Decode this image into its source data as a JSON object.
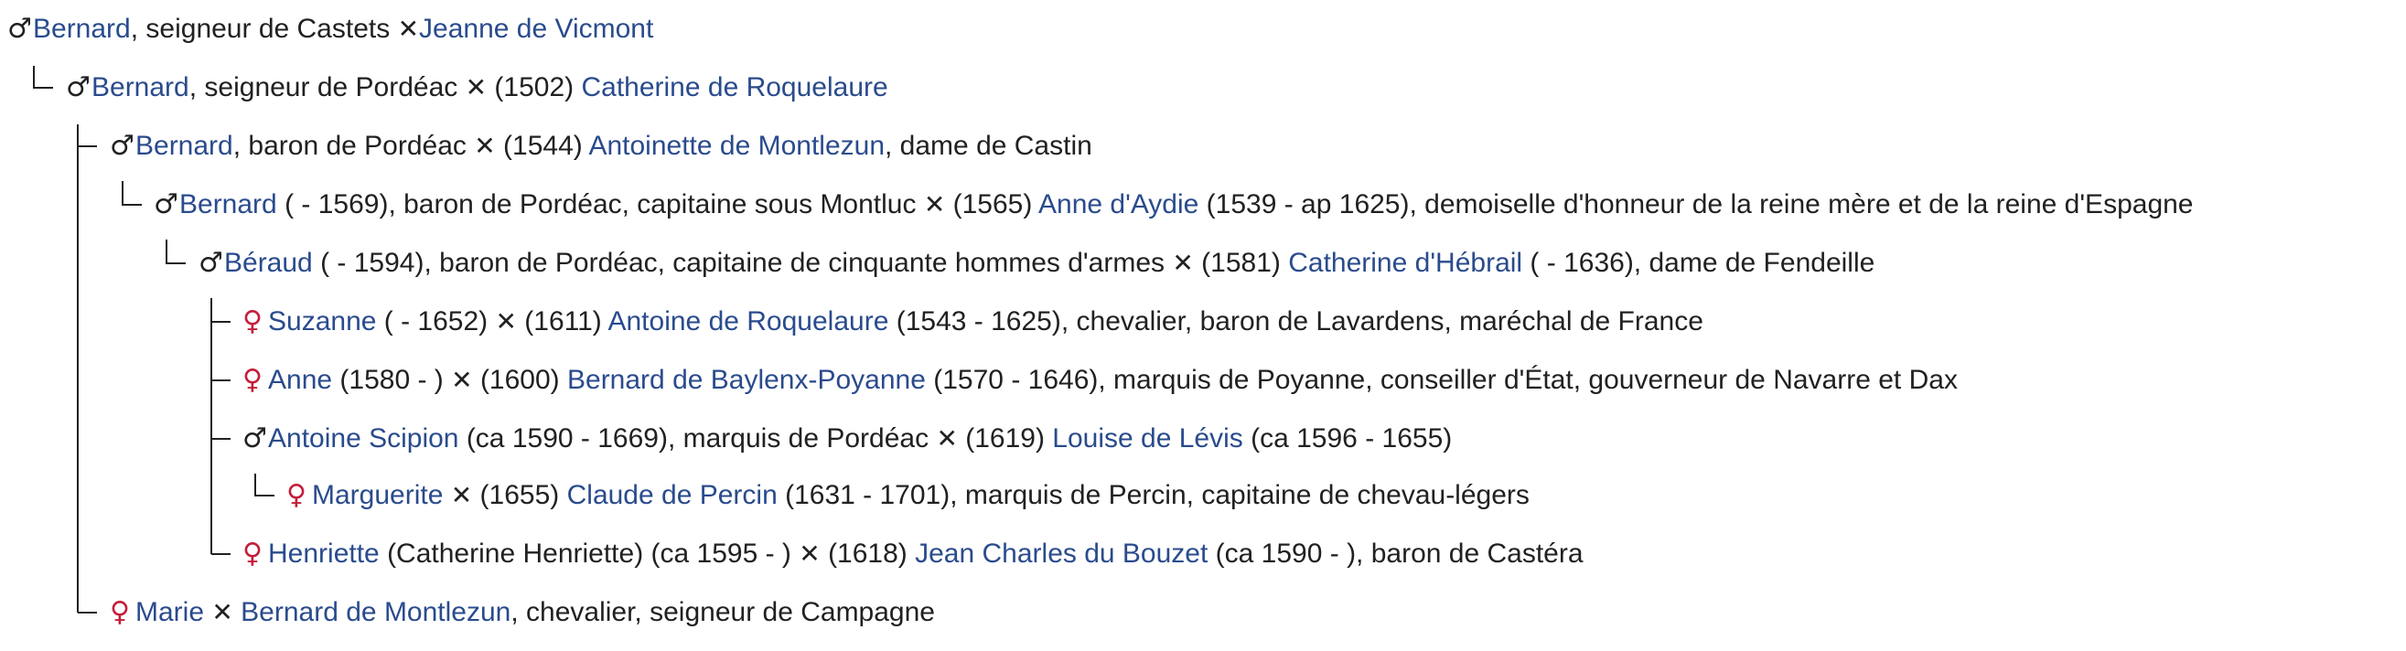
{
  "symbols": {
    "male": "♂",
    "female": "♀",
    "marriage": "✕"
  },
  "colors": {
    "link": "#2a4b8d",
    "text": "#202122",
    "female_symbol": "#c41e3a",
    "tree_line": "#202122"
  },
  "rows": [
    {
      "sex": "male",
      "name": "Bernard",
      "details": ", seigneur de Castets ",
      "marriage": "",
      "spouse": "Jeanne de Vicmont",
      "spouse_details": ""
    },
    {
      "sex": "male",
      "name": "Bernard",
      "details": ", seigneur de Pordéac ",
      "marriage": " (1502) ",
      "spouse": "Catherine de Roquelaure",
      "spouse_details": ""
    },
    {
      "sex": "male",
      "name": "Bernard",
      "details": ", baron de Pordéac ",
      "marriage": " (1544) ",
      "spouse": "Antoinette de Montlezun",
      "spouse_details": ", dame de Castin"
    },
    {
      "sex": "male",
      "name": "Bernard",
      "details": " ( - 1569), baron de Pordéac, capitaine sous Montluc ",
      "marriage": " (1565) ",
      "spouse": "Anne d'Aydie",
      "spouse_details": " (1539 - ap 1625), demoiselle d'honneur de la reine mère et de la reine d'Espagne"
    },
    {
      "sex": "male",
      "name": "Béraud",
      "details": " ( - 1594), baron de Pordéac, capitaine de cinquante hommes d'armes ",
      "marriage": " (1581) ",
      "spouse": "Catherine d'Hébrail",
      "spouse_details": " ( - 1636), dame de Fendeille"
    },
    {
      "sex": "female",
      "name": "Suzanne",
      "details": " ( - 1652) ",
      "marriage": " (1611) ",
      "spouse": "Antoine de Roquelaure",
      "spouse_details": " (1543 - 1625), chevalier, baron de Lavardens, maréchal de France"
    },
    {
      "sex": "female",
      "name": "Anne",
      "details": " (1580 - ) ",
      "marriage": " (1600) ",
      "spouse": "Bernard de Baylenx-Poyanne",
      "spouse_details": " (1570 - 1646), marquis de Poyanne, conseiller d'État, gouverneur de Navarre et Dax"
    },
    {
      "sex": "male",
      "name": "Antoine Scipion",
      "details": " (ca 1590 - 1669), marquis de Pordéac ",
      "marriage": " (1619) ",
      "spouse": "Louise de Lévis",
      "spouse_details": " (ca 1596 - 1655)"
    },
    {
      "sex": "female",
      "name": "Marguerite",
      "details": " ",
      "marriage": " (1655) ",
      "spouse": "Claude de Percin",
      "spouse_details": " (1631 - 1701), marquis de Percin, capitaine de chevau-légers"
    },
    {
      "sex": "female",
      "name": "Henriette",
      "details": " (Catherine Henriette) (ca 1595 - ) ",
      "marriage": " (1618) ",
      "spouse": "Jean Charles du Bouzet",
      "spouse_details": " (ca 1590 - ), baron de Castéra"
    },
    {
      "sex": "female",
      "name": "Marie",
      "details": " ",
      "marriage": " ",
      "spouse": "Bernard de Montlezun",
      "spouse_details": ", chevalier, seigneur de Campagne"
    }
  ]
}
